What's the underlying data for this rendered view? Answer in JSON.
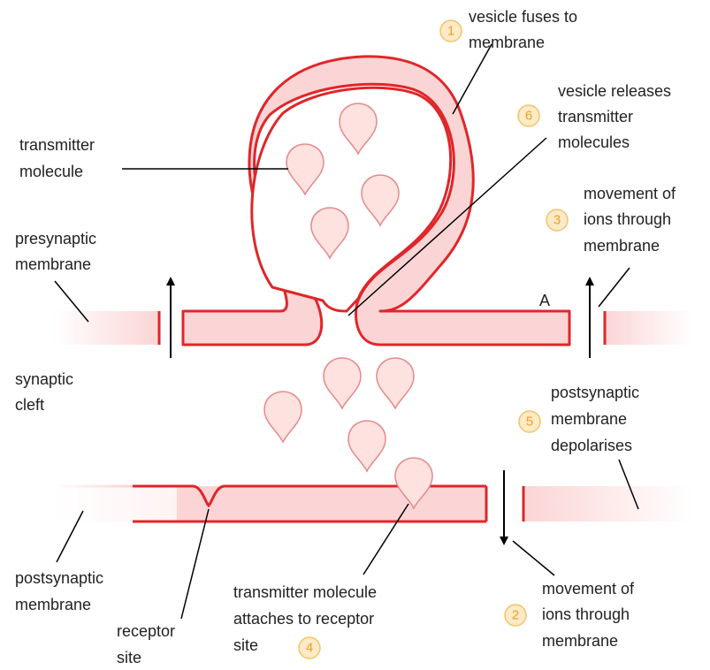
{
  "colors": {
    "membrane_outline": "#e0262a",
    "membrane_fill": "#fbd5d5",
    "molecule_outline": "#e58a8a",
    "molecule_fill": "#fde2e0",
    "badge_fill": "#fdeac6",
    "badge_outline": "#f3c36b",
    "badge_text": "#f0a020",
    "text": "#222222"
  },
  "labels": {
    "transmitter_molecule": [
      "transmitter",
      "molecule"
    ],
    "presynaptic_membrane": [
      "presynaptic",
      "membrane"
    ],
    "synaptic_cleft": [
      "synaptic",
      "cleft"
    ],
    "postsynaptic_membrane_left": [
      "postsynaptic",
      "membrane"
    ],
    "receptor_site": [
      "receptor",
      "site"
    ],
    "point_a": "A"
  },
  "steps": [
    {
      "number": "1",
      "lines": [
        "vesicle fuses to",
        "membrane"
      ]
    },
    {
      "number": "2",
      "lines": [
        "movement of",
        "ions through",
        "membrane"
      ]
    },
    {
      "number": "3",
      "lines": [
        "movement of",
        "ions through",
        "membrane"
      ]
    },
    {
      "number": "4",
      "lines": [
        "transmitter molecule",
        "attaches to receptor",
        "site"
      ]
    },
    {
      "number": "5",
      "lines": [
        "postsynaptic",
        "membrane",
        "depolarises"
      ]
    },
    {
      "number": "6",
      "lines": [
        "vesicle releases",
        "transmitter",
        "molecules"
      ]
    }
  ],
  "icons": [
    "arrow-up-icon",
    "arrow-down-icon",
    "transmitter-molecule-icon"
  ]
}
